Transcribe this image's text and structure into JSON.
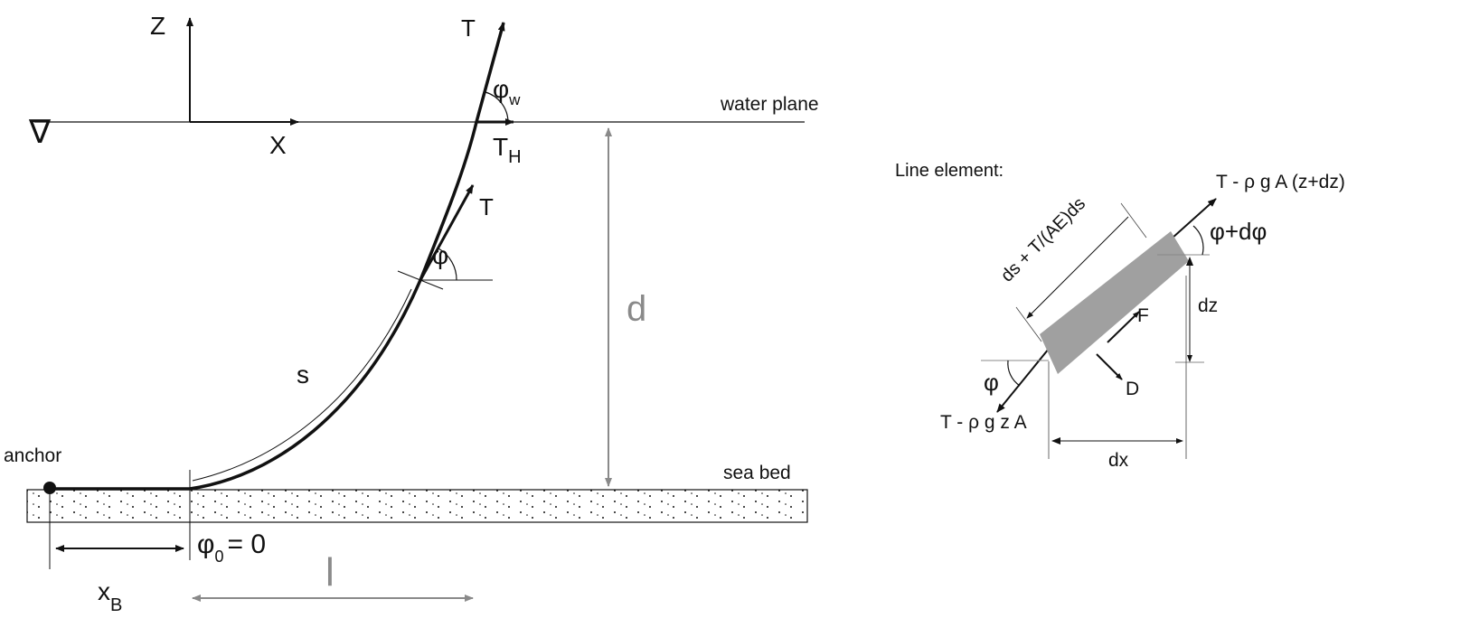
{
  "left": {
    "axis_z": "Z",
    "axis_x": "X",
    "water_symbol": "∇",
    "water_plane": "water plane",
    "tension_top": "T",
    "phi_w": "φ",
    "phi_w_sub": "w",
    "t_h": "T",
    "t_h_sub": "H",
    "tension_mid": "T",
    "phi": "φ",
    "s": "s",
    "d": "d",
    "anchor": "anchor",
    "sea_bed": "sea bed",
    "phi0": "φ",
    "phi0_sub": "0",
    "phi0_eq": "= 0",
    "x_b": "x",
    "x_b_sub": "B",
    "l": "l"
  },
  "right": {
    "title": "Line element:",
    "top_force": "T - ρ g A (z+dz)",
    "phi_dphi": "φ+dφ",
    "length": "ds + T/(AE)ds",
    "dz": "dz",
    "F": "F",
    "D": "D",
    "phi": "φ",
    "bottom_force": "T - ρ g z A",
    "dx": "dx"
  },
  "colors": {
    "line": "#111111",
    "dim": "#8a8a8a",
    "element": "#a0a0a0"
  }
}
